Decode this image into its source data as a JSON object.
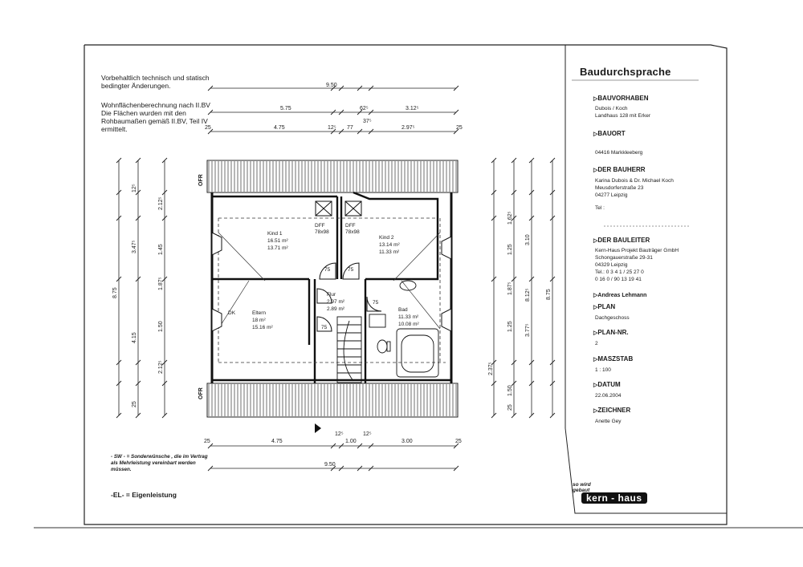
{
  "notes": {
    "changes": "Vorbehaltlich technisch und statisch bedingter Änderungen.",
    "area_calc": "Wohnflächenberechnung nach II.BV Die Flächen wurden mit den Rohbaumaßen gemäß II.BV, Teil IV ermittelt.",
    "sw": "- SW - = Sonderwünsche , die im Vertrag als Mehrleistung vereinbart werden müssen.",
    "el": "-EL- = Eigenleistung"
  },
  "title_block": {
    "title": "Baudurchsprache",
    "bauvorhaben_label": "BAUVORHABEN",
    "bauvorhaben_value": "Dubois / Koch\nLandhaus 128 mit Erker",
    "bauort_label": "BAUORT",
    "bauort_value": "04416 Markkleeberg",
    "bauherr_label": "DER BAUHERR",
    "bauherr_value": "Karina Dubois & Dr. Michael Koch\nMeusdorferstraße 23\n04277 Leipzig",
    "tel_label": "Tel :",
    "bauleiter_label": "DER BAULEITER",
    "bauleiter_value": "Kern-Haus Projekt Bauträger GmbH\nSchongauerstraße 29-31\n04329 Leipzig\nTel.: 0 3 4 1 / 25 27 0\n0 16 0 / 90 13 19 41",
    "bauleiter_name": "Andreas Lehmann",
    "plan_label": "PLAN",
    "plan_value": "Dachgeschoss",
    "plan_nr_label": "PLAN-NR.",
    "plan_nr_value": "2",
    "massstab_label": "MASZSTAB",
    "massstab_value": "1 : 100",
    "datum_label": "DATUM",
    "datum_value": "22.06.2004",
    "zeichner_label": "ZEICHNER",
    "zeichner_value": "Anette Gey"
  },
  "logo": {
    "tagline": "so wird gebaut",
    "brand": "kern - haus"
  },
  "rooms": {
    "kind1": {
      "name": "Kind 1",
      "a": "16.51 m²",
      "b": "13.71 m²"
    },
    "kind2": {
      "name": "Kind 2",
      "a": "13.14 m²",
      "b": "11.33 m²"
    },
    "eltern": {
      "name": "Eltern",
      "a": "18 m²",
      "b": "15.16 m²"
    },
    "flur": {
      "name": "Flur",
      "a": "2.97 m²",
      "b": "2.89 m²"
    },
    "bad": {
      "name": "Bad",
      "a": "11.33 m²",
      "b": "10.08 m²"
    },
    "dff1": "DFF\n78x98",
    "dff2": "DFF\n78x98",
    "door75": "75",
    "dk": "DK",
    "ofr_top": "OFR",
    "ofr_bottom": "OFR"
  },
  "dims_top": {
    "total": "9.50",
    "r2": [
      "5.75",
      "62⁵",
      "3.12⁵"
    ],
    "r3": [
      "25",
      "4.75",
      "12⁵",
      "77",
      "37⁵",
      "2.97⁵",
      "25"
    ]
  },
  "dims_bottom": {
    "r1": [
      "25",
      "4.75",
      "12⁵",
      "1.00",
      "12⁵",
      "3.00",
      "25"
    ],
    "total": "9.50"
  },
  "dims_left": [
    "8.75",
    "3.47⁵",
    "4.15",
    "1.45",
    "1.50",
    "12⁵",
    "2.12⁵",
    "1.87⁵",
    "2.12⁵",
    "25"
  ],
  "dims_right": [
    "8.75",
    "8.12⁵",
    "3.10",
    "3.77⁵",
    "1.62⁵",
    "1.25",
    "1.87⁵",
    "1.25",
    "2.37⁵",
    "1.50",
    "25"
  ]
}
